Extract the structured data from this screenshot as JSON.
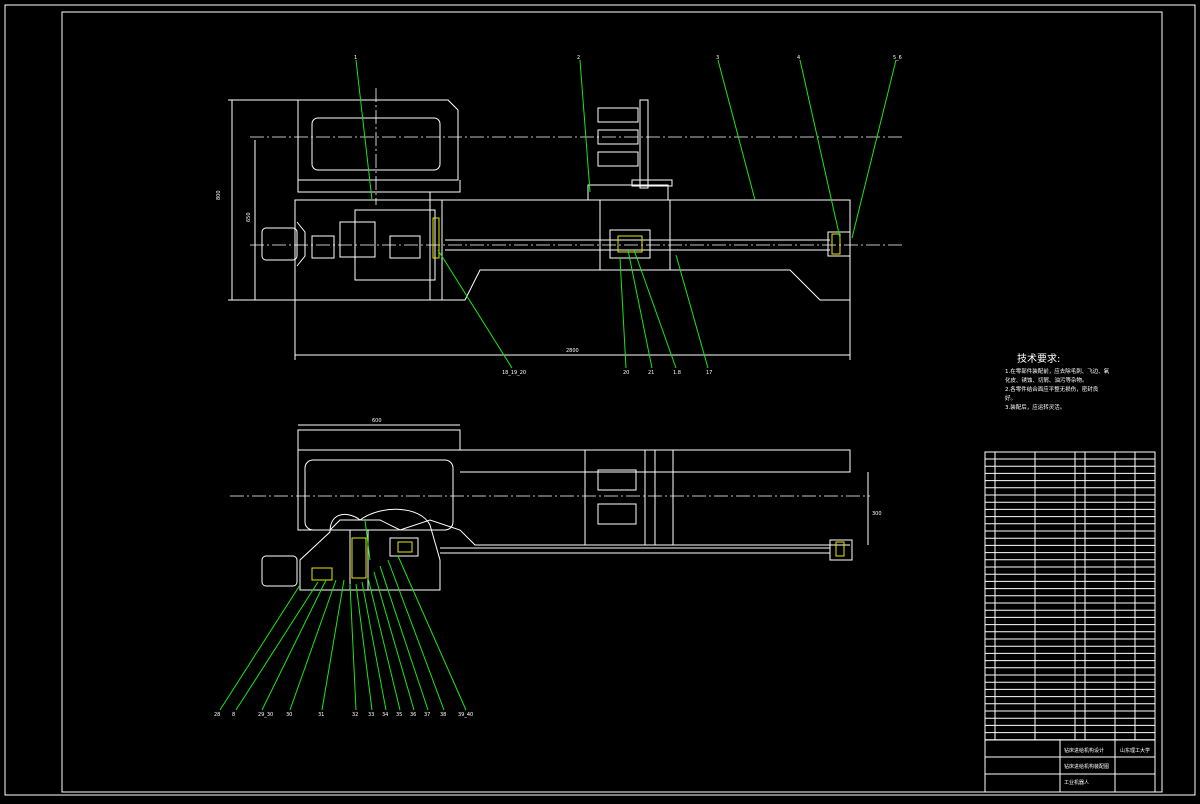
{
  "drawing": {
    "tech_req_title": "技术要求:",
    "tech_req_lines": [
      "1.在零部件装配前，应去除毛刺、飞边、氧",
      "化皮、锈蚀、切屑、油污等杂物。",
      "2.各零件结合面应平整无损伤，密封良",
      "好。",
      "3.装配后，应运转灵活。"
    ],
    "top_view_labels": [
      "1",
      "2",
      "3",
      "4",
      "5_6"
    ],
    "top_bottom_labels": [
      "18_19_20",
      "20",
      "21",
      "1.8",
      "17"
    ],
    "bottom_labels": [
      "28",
      "8",
      "29_30",
      "30",
      "31",
      "32",
      "33",
      "34",
      "35",
      "36",
      "37",
      "38",
      "39_40"
    ],
    "dim_top": [
      "800",
      "650"
    ],
    "dim_length": "2800",
    "dim_plan_width": "600",
    "dim_plan_side": "300",
    "title_block": {
      "university": "山东理工大学",
      "project": "钻床进给机构设计",
      "drawing_name": "钻床进给机构装配图",
      "subtitle": "工业机器人"
    }
  }
}
